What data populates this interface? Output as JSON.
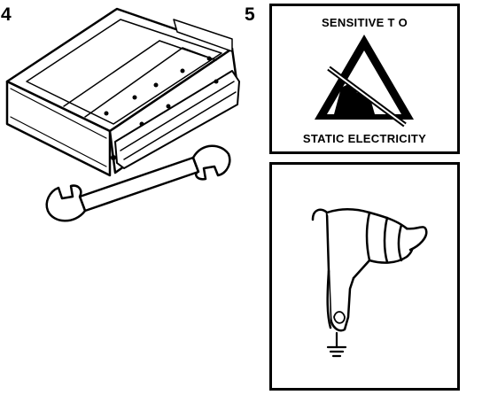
{
  "steps": {
    "left_number": "4",
    "right_number": "5"
  },
  "esd_warning": {
    "top_text": "SENSITIVE T  O",
    "bottom_text": "STATIC ELECTRICITY"
  },
  "icons": {
    "module": "control-module-icon",
    "wrench": "open-end-wrench-icon",
    "esd": "esd-hand-triangle-icon",
    "grounding_hand": "pointing-finger-icon",
    "ground": "ground-symbol-icon"
  },
  "colors": {
    "ink": "#000000",
    "paper": "#ffffff"
  }
}
